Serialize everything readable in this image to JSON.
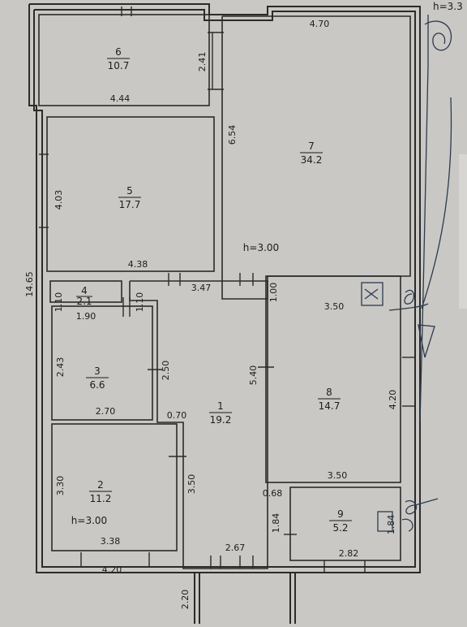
{
  "colors": {
    "paper": "#c9c8c4",
    "wall": "#2b2b2b",
    "ink": "#1d1d1d",
    "pen": "#2c3a4f"
  },
  "rooms": [
    {
      "id": "6",
      "number": "6",
      "area": "10.7"
    },
    {
      "id": "7",
      "number": "7",
      "area": "34.2"
    },
    {
      "id": "5",
      "number": "5",
      "area": "17.7"
    },
    {
      "id": "4",
      "number": "4",
      "area": "2.1"
    },
    {
      "id": "3",
      "number": "3",
      "area": "6.6"
    },
    {
      "id": "1",
      "number": "1",
      "area": "19.2"
    },
    {
      "id": "8",
      "number": "8",
      "area": "14.7"
    },
    {
      "id": "2",
      "number": "2",
      "area": "11.2"
    },
    {
      "id": "9",
      "number": "9",
      "area": "5.2"
    }
  ],
  "dimensions": {
    "r7_top": "4.70",
    "r6_right": "2.41",
    "r6_bottom": "4.44",
    "r7_left": "6.54",
    "r5_left": "4.03",
    "r5_bottom": "4.38",
    "overall_left": "14.65",
    "r4_left": "1.10",
    "r4_right": "1.10",
    "r4_bottom": "1.90",
    "r1_top": "3.47",
    "r7_step": "1.00",
    "r7_bottom": "3.50",
    "r3_left": "2.43",
    "r3_right": "2.50",
    "r3_bottom": "2.70",
    "r1_right": "5.40",
    "r8_right": "4.20",
    "r1_notch": "0.70",
    "r8_bottom": "3.50",
    "r2_left": "3.30",
    "r1_lower": "3.50",
    "r9_top": "0.68",
    "r9_left": "1.84",
    "r9_right": "1.84",
    "r2_bottom": "3.38",
    "r1_bottom": "2.67",
    "r9_bottom": "2.82",
    "bottom_left": "4.20",
    "porch": "2.20"
  },
  "notes": {
    "ceiling_main": "h=3.00",
    "ceiling_room2": "h=3.00",
    "corner": "h=3.3"
  }
}
